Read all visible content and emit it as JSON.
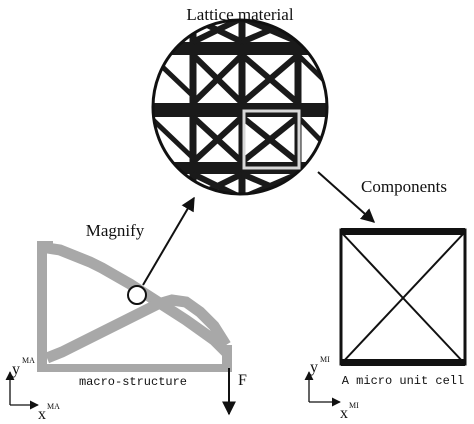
{
  "labels": {
    "title": "Lattice material",
    "components": "Components",
    "magnify": "Magnify",
    "macro_structure": "macro-structure",
    "micro_unit_cell": "A micro unit cell",
    "force": "F"
  },
  "axes": {
    "macro": {
      "x_label": "x",
      "x_sup": "MA",
      "y_label": "y",
      "y_sup": "MA"
    },
    "micro": {
      "x_label": "x",
      "x_sup": "MI",
      "y_label": "y",
      "y_sup": "MI"
    }
  }
}
